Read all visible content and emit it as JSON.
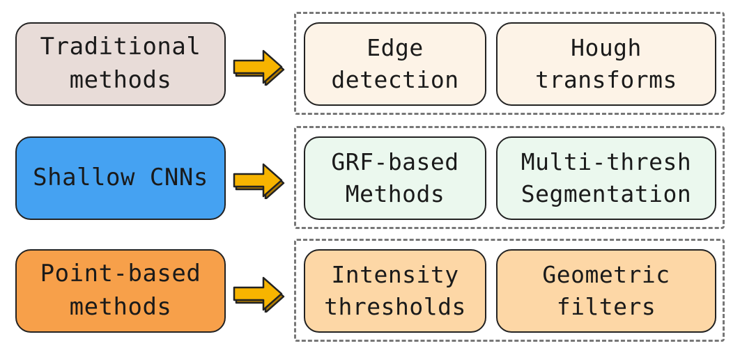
{
  "colors": {
    "traditional_fill": "#e8dcd8",
    "shallow_fill": "#45a2f2",
    "point_fill": "#f7a04a",
    "traditional_leaf_fill": "#fdf3e7",
    "shallow_leaf_fill": "#ebf8ee",
    "point_leaf_fill": "#fdd7a6",
    "arrow_fill": "#f7b400",
    "arrow_shadow": "#b07b00"
  },
  "rows": [
    {
      "category": "Traditional\nmethods",
      "items": [
        "Edge\ndetection",
        "Hough\ntransforms"
      ]
    },
    {
      "category": "Shallow CNNs",
      "items": [
        "GRF-based\nMethods",
        "Multi-thresh\nSegmentation"
      ]
    },
    {
      "category": "Point-based\nmethods",
      "items": [
        "Intensity\nthresholds",
        "Geometric\nfilters"
      ]
    }
  ]
}
